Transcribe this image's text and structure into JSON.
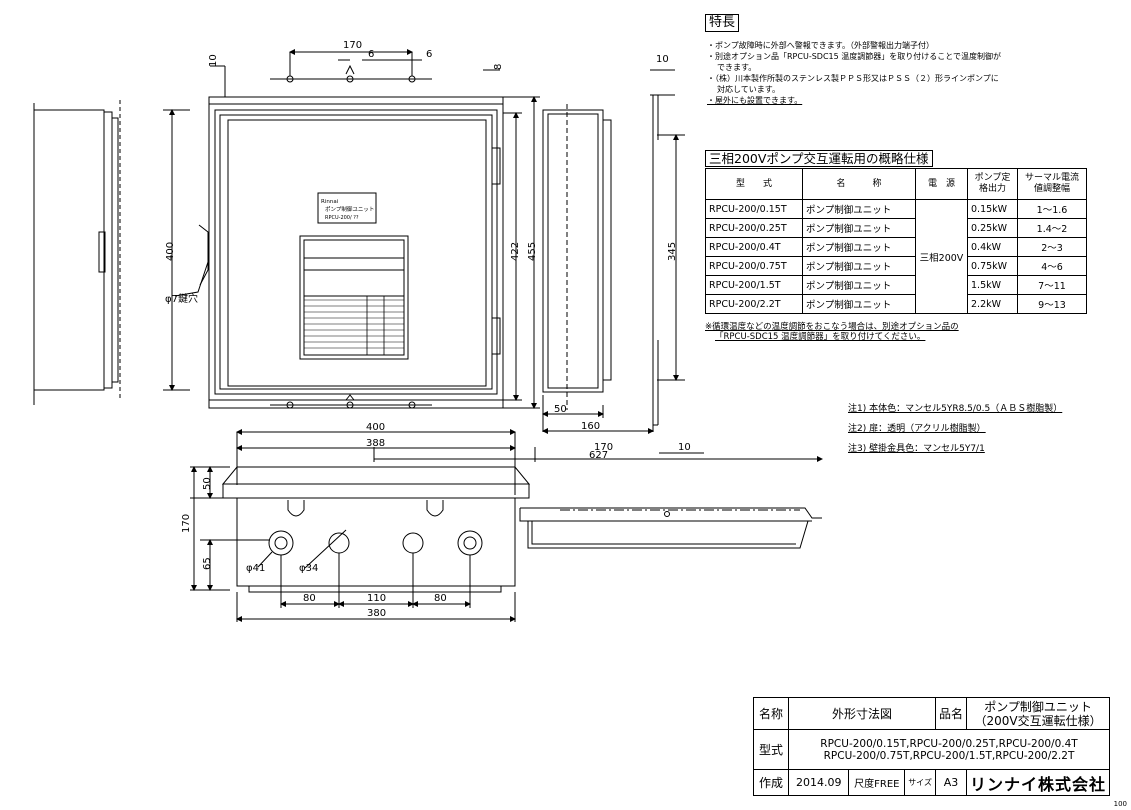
{
  "dimensions": {
    "top_170": "170",
    "top_6a": "6",
    "top_6b": "6",
    "top_10": "10",
    "top_8": "8",
    "side_10": "10",
    "h_400": "400",
    "phi7": "φ7鍵穴",
    "h_422": "422",
    "h_455": "455",
    "h_345": "345",
    "w_50": "50",
    "w_160": "160",
    "w_400": "400",
    "w_388": "388",
    "w_170": "170",
    "w_627": "627",
    "w_10": "10",
    "b_50": "50",
    "b_170": "170",
    "b_65": "65",
    "phi41": "φ41",
    "phi34": "φ34",
    "b_80a": "80",
    "b_110": "110",
    "b_80b": "80",
    "b_380": "380"
  },
  "label_plate": {
    "brand": "Rinnai",
    "name": "ポンプ制御ユニット",
    "model": "RPCU-200/ ??"
  },
  "features": {
    "title": "特長",
    "items": [
      "・ポンプ故障時に外部へ警報できます。（外部警報出力端子付）",
      "・別途オプション品「RPCU-SDC15 温度調節器」を取り付けることで温度制御が",
      "できます。",
      "・（株）川本製作所製のステンレス製ＰＰＳ形又はＰＳＳ（２）形ラインポンプに",
      "対応しています。",
      "・屋外にも設置できます。"
    ]
  },
  "spec": {
    "title": "三相200Vポンプ交互運転用の概略仕様",
    "headers": [
      "型　　式",
      "名　　　称",
      "電　源",
      "ポンプ定格出力",
      "サーマル電流値調整幅"
    ],
    "power": "三相200V",
    "rows": [
      {
        "model": "RPCU-200/0.15T",
        "name": "ポンプ制御ユニット",
        "output": "0.15kW",
        "thermal": "1～1.6"
      },
      {
        "model": "RPCU-200/0.25T",
        "name": "ポンプ制御ユニット",
        "output": "0.25kW",
        "thermal": "1.4～2"
      },
      {
        "model": "RPCU-200/0.4T",
        "name": "ポンプ制御ユニット",
        "output": "0.4kW",
        "thermal": "2～3"
      },
      {
        "model": "RPCU-200/0.75T",
        "name": "ポンプ制御ユニット",
        "output": "0.75kW",
        "thermal": "4～6"
      },
      {
        "model": "RPCU-200/1.5T",
        "name": "ポンプ制御ユニット",
        "output": "1.5kW",
        "thermal": "7～11"
      },
      {
        "model": "RPCU-200/2.2T",
        "name": "ポンプ制御ユニット",
        "output": "2.2kW",
        "thermal": "9～13"
      }
    ],
    "note1": "※循環温度などの温度調節をおこなう場合は、別途オプション品の",
    "note2": "「RPCU-SDC15 温度調節器」を取り付けてください。"
  },
  "notes": [
    "注1) 本体色：マンセル5YR8.5/0.5（ＡＢＳ樹脂製）",
    "注2) 扉：透明（アクリル樹脂製）",
    "注3) 壁掛金具色：マンセル5Y7/1"
  ],
  "title_block": {
    "name_label": "名称",
    "name_value": "外形寸法図",
    "product_label": "品名",
    "product_value": "ポンプ制御ユニット（200V交互運転仕様）",
    "type_label": "型式",
    "type_line1": "RPCU-200/0.15T,RPCU-200/0.25T,RPCU-200/0.4T",
    "type_line2": "RPCU-200/0.75T,RPCU-200/1.5T,RPCU-200/2.2T",
    "created_label": "作成",
    "created_value": "2014.09",
    "scale_label": "尺度",
    "scale_value": "FREE",
    "size_label": "サイズ",
    "size_value": "A3",
    "company": "リンナイ株式会社"
  },
  "drawing_number": "100"
}
